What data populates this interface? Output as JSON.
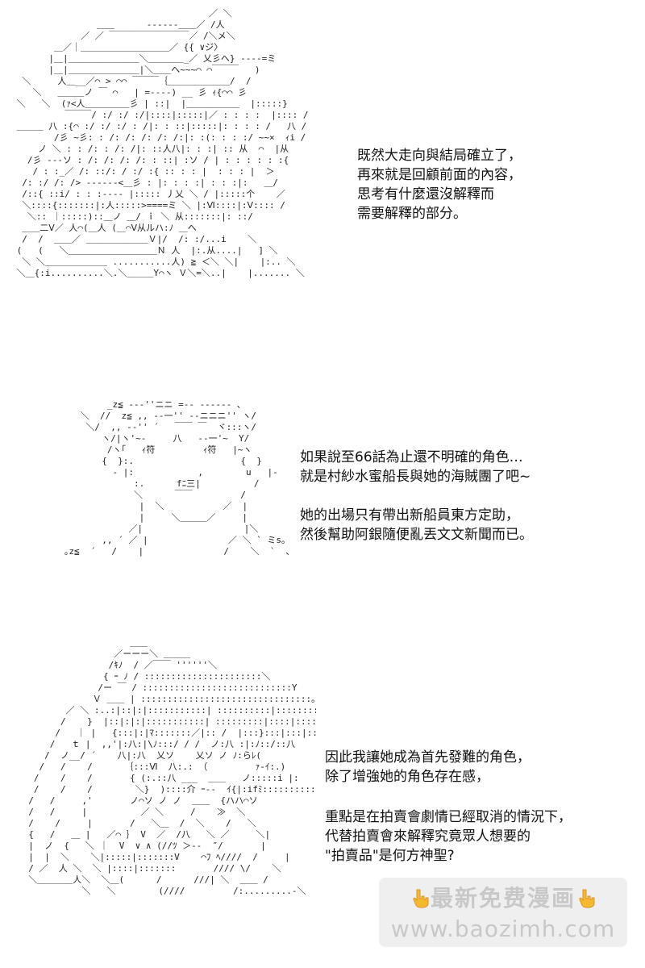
{
  "panels": [
    {
      "art": "                                     ／ ＼\n                ＿＿      ------＿＿／ /人\n             ／ ／ ￣￣￣￣￣￣￣￣￣／ /＼メ＼\n        ＿／｜＿＿＿＿＿＿＿＿＿＿／ {{ ∨ジ〉\n       |＿|＿＿＿＿＿＿＿＿＼＿＿＿＿_／ 乂彡へ} ----=ミ\n       |＿|＿＿＿＿＿＿＿＿|＼＿＿へ~~~⌒ ⌒￣￣￣   )\n  ＼     人＿__／⌒ > ⌒⌒ ￣￣￣｛＿＿＿＿＿＿＿/  /\n    ＼   ＿＿＿ノ ￣ ⌒   | =----) __ 彡 ｨ{⌒⌒ 彡\n ＼   ＼  (ｧ<人＿＿＿＿＿彡 | ::|  |＿＿＿＿＿＿  |:::::}\n          ￣￣￣/ :/ :/ :/|::::|:::::|／ : : : :  |:::: /\n ＿＿＿ 八 :{⌒ :/ :/ :/ : /|: : ::|:::::|: : : : /   八 /\n        /彡 ~彡: : /: /: /: /: /:|: :(: : : :/ ~~×  ｨi /\n     ノ ＼ : : /: : /: /|: ::人八|: : :| :: 从  ⌒  |从\n   /彡 ---ソ : /: /: /: /: : ::| :ソ / | : : : : : :{\n    / : :_／ /: ::/: / :/ :{ :: : : |  : : : |  ＞\n  /: :/ /: /> ------<＿彡 : |: : : :| : : :|:   ＿/\n  /::{ ::i/ : : :---- |::::: 丿乂 ＼ / |:::::个    ／\n  ＼::::{:::::::|:人:::::>====ミ ＼ |:Ⅵ::::|:Ⅴ:::: /\n   ＼:: ｜:::::)::＿ノ ＿/ ｉ ＼ 从:::::::|: ::/\n  ＿＿二Ⅴ／ 人⌒(＿人 (＿⌒Ⅴ从ルハ:ﾉ ＿へ\n  /  /  ＿＿／ ＿＿＿＿＿＿＿Ｖ|/  /: :/...i    ＼\n (   (   ＼＿＿＿＿＿＿＿＿＿＿Ｎ 人  |:.从....|   ] ＼\n  ＼ ＼＿＿＿＿＿＿＿ ...........人) ≧ ＜＼ ＼|    |:.. ＼\n ＼＿{:i..........＼.＼＿＿＿Y⌒ヽ Ｖ＼=＼..|    |....... ＼",
      "caption_lines": [
        "既然大走向與結局確立了，",
        "再來就是回顧前面的內容，",
        "思考有什麼還沒解釋而",
        "需要解釋的部分。"
      ]
    },
    {
      "art": "           _z≦ ---''ニニ =-- ------ ､\n      ＼  //  z≦ ,, --一'' --ニニニ'' ヽ/\n       ＼/  ,, --'' ´   ￣￣ ￣  ヾ:::ヽ/\n          ヽ/|ヽ'~-     八   --一'~  Y/\n           /ヽ｢   ｨ符         ｨ符   |~ヽ\n          {  }:.                    {  }\n            - |:            ,        u   |-\n                :.      fﾆ三|          /\n                ＼      ￣￣         /\n                 |  ＼           ／  |\n                 |     ＼＿＿＿／     |\n               ／|                   |＼\n          ,, ´ ／ |               ／ ＼ ` ミs｡\n   ｡z≦  ´   /    |               /    ＼  `  ､",
      "caption_lines": [
        "如果說至66話為止還不明確的角色…",
        "就是村紗水蜜船長與她的海賊團了吧~"
      ],
      "caption2_lines": [
        "她的出場只有帶出新船員東方定助，",
        "然後幫助阿銀隨便亂丟文文新聞而已。"
      ]
    },
    {
      "art": "                     ＿＿  \n                  ／ーーー＼ ＿＿＿\n                 /ｷﾉ  / ／￣￣ ''''''＼\n                { ｰ ﾉ / ::::::::::::::::::::::＼\n               /ー ￣ / ::::::::::::::::::::::::::::Y\n              Ｖ ＿＿ | ::::::::::::::::::::::::::::::::｡\n         ／ ＼ :..:|::|:|:::::::::::| ::::::::::|::::::::::::|\n        /    }  |::|:|:|:::::::::::| :::::::::|::::|:::::|:::｜\n       /   ｜ |   {:::|:|ﾏ:::::::／|:: /  |:::}:::|:::|::::|\n      /   ｔ |  ,,'|:八:|\\ﾉ:::/ / /  ノ:八 :|:ﾉ::/::八\n     /  ノ__/ ´    八|:八  乂ソ    乂ソ ノ ﾉ:らﾚ(\n    /   /    /      ｛:::Ⅵ  八:.: （         ｧ-ｲ:.)\n   /    /    /       { (:.::八 ___  ＿＿   ノ:::::i |:\n   /    /    /        ＼}  )::::介 ｰ--  ｲ{|:ifﾐ::::::::::ﾉ\n  /   /     ,'       ノ⌒ソ ノ ノ  ＿＿  {ハハ⌒ソ\n  /   /     |          ／ ＼     /    ≫  ＼\n  /    /     |       /   ＼＿  /  ＼    /   ＼\n  {   /   ＿ |   ／⌒ ｝ V  ／  /八   ＼ ／     ＼|\n  |  ノ  {   ＼ ｜  V  ∨ ∧ (//ﾂ ＞--  ″/       |\n  |  |  ＼    ＼|:::::|:::::::V    ⌒ﾌ ﾍ////  /     |\n  / ／  人 ＼  ＼ |::::|:::::::       //// \\/    ＼\n  ＼＿＿＿＿人＼  ＼＿(      /      ///| ＼  ＿＿ /\n            ＼   ＼        (////         /:.........-＼",
      "caption_lines": [
        "因此我讓她成為首先發難的角色，",
        "除了增強她的角色存在感，"
      ],
      "caption2_lines": [
        "重點是在拍賣會劇情已經取消的情況下，",
        "代替拍賣會來解釋究竟眾人想要的",
        "\"拍賣品\"是何方神聖?"
      ]
    }
  ],
  "watermark": {
    "line1": "最新免费漫画",
    "line2": "www.baozimh.com",
    "hand_icon": "pointing-down-hand-icon",
    "hand_color": "#f5b82e",
    "text_color": "#c8c8c8"
  }
}
